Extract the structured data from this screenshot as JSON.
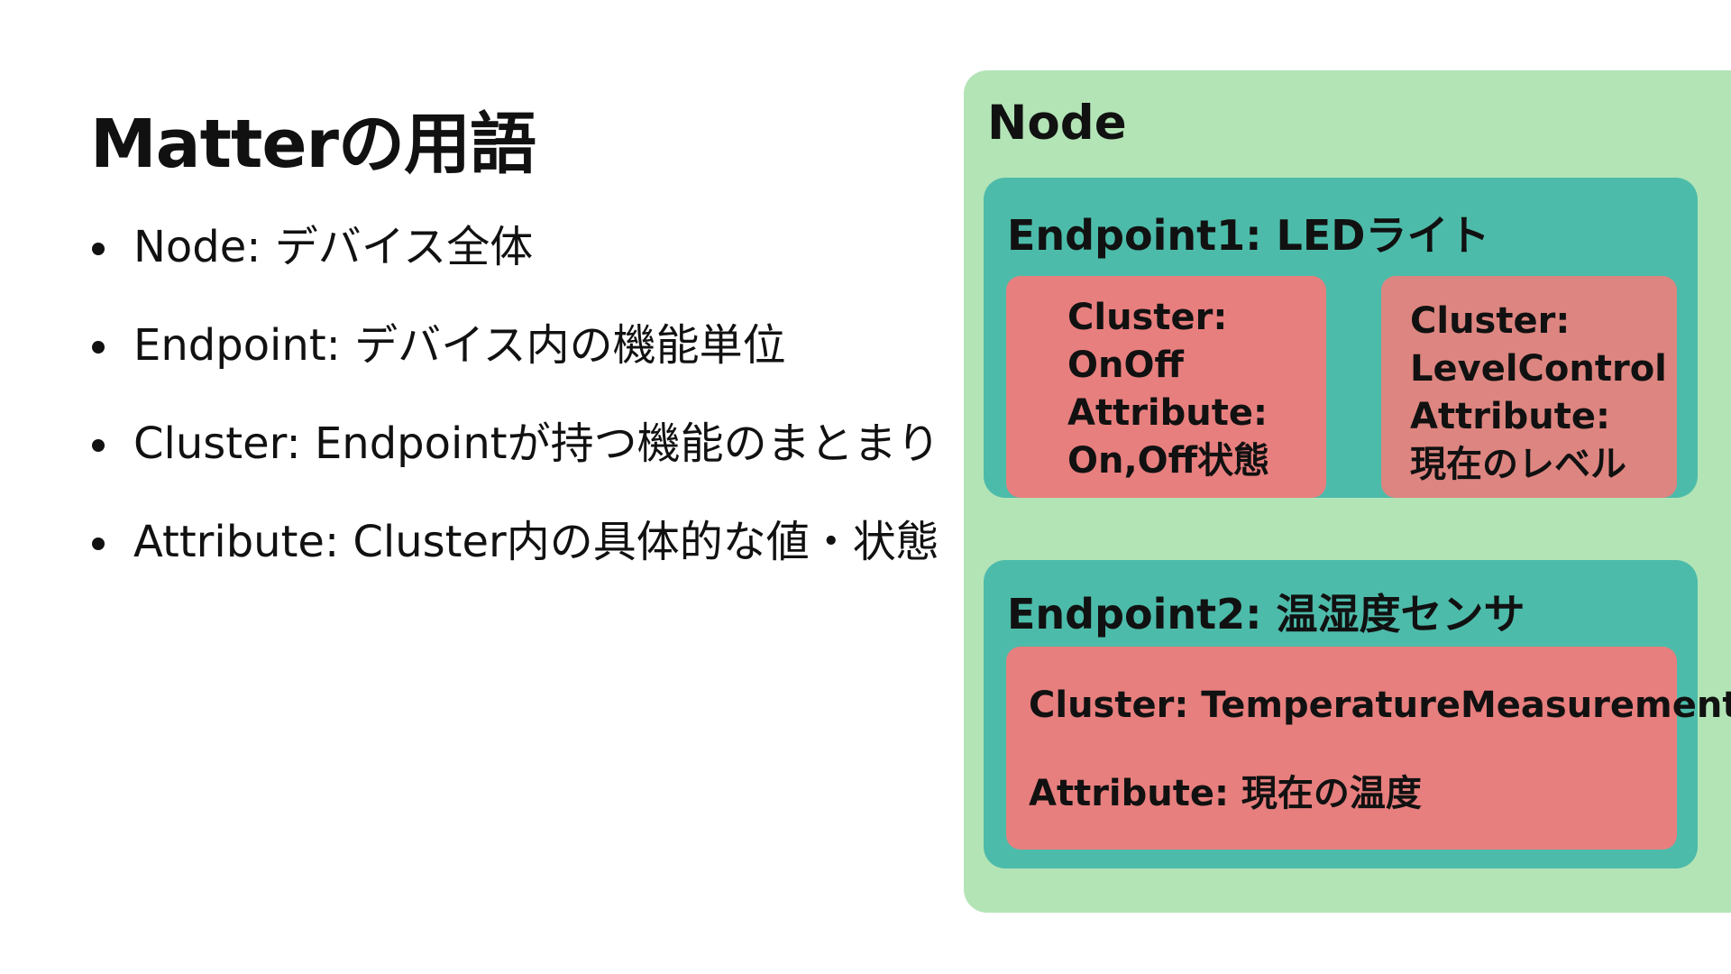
{
  "slide": {
    "title": "Matterの用語",
    "bullets": [
      "Node: デバイス全体",
      "Endpoint: デバイス内の機能単位",
      "Cluster: Endpointが持つ機能のまとまり",
      "Attribute: Cluster内の具体的な値・状態"
    ]
  },
  "diagram": {
    "node_label": "Node",
    "endpoint1": {
      "label": "Endpoint1: LEDライト",
      "onoff": {
        "line1": "Cluster:",
        "line2": "OnOff",
        "line3": "Attribute:",
        "line4": "On,Off状態"
      },
      "level": {
        "line1": "Cluster:",
        "line2": "LevelControl",
        "line3": "Attribute:",
        "line4": "現在のレベル"
      }
    },
    "endpoint2": {
      "label": "Endpoint2: 温湿度センサ",
      "temp": {
        "cluster": "Cluster: TemperatureMeasurement",
        "attribute": "Attribute: 現在の温度"
      }
    }
  },
  "colors": {
    "node_bg": "#b3e4b6",
    "endpoint_bg": "#4dbbaa",
    "cluster_bg": "#e77f7e",
    "cluster_bg_alt": "#dd8580"
  }
}
